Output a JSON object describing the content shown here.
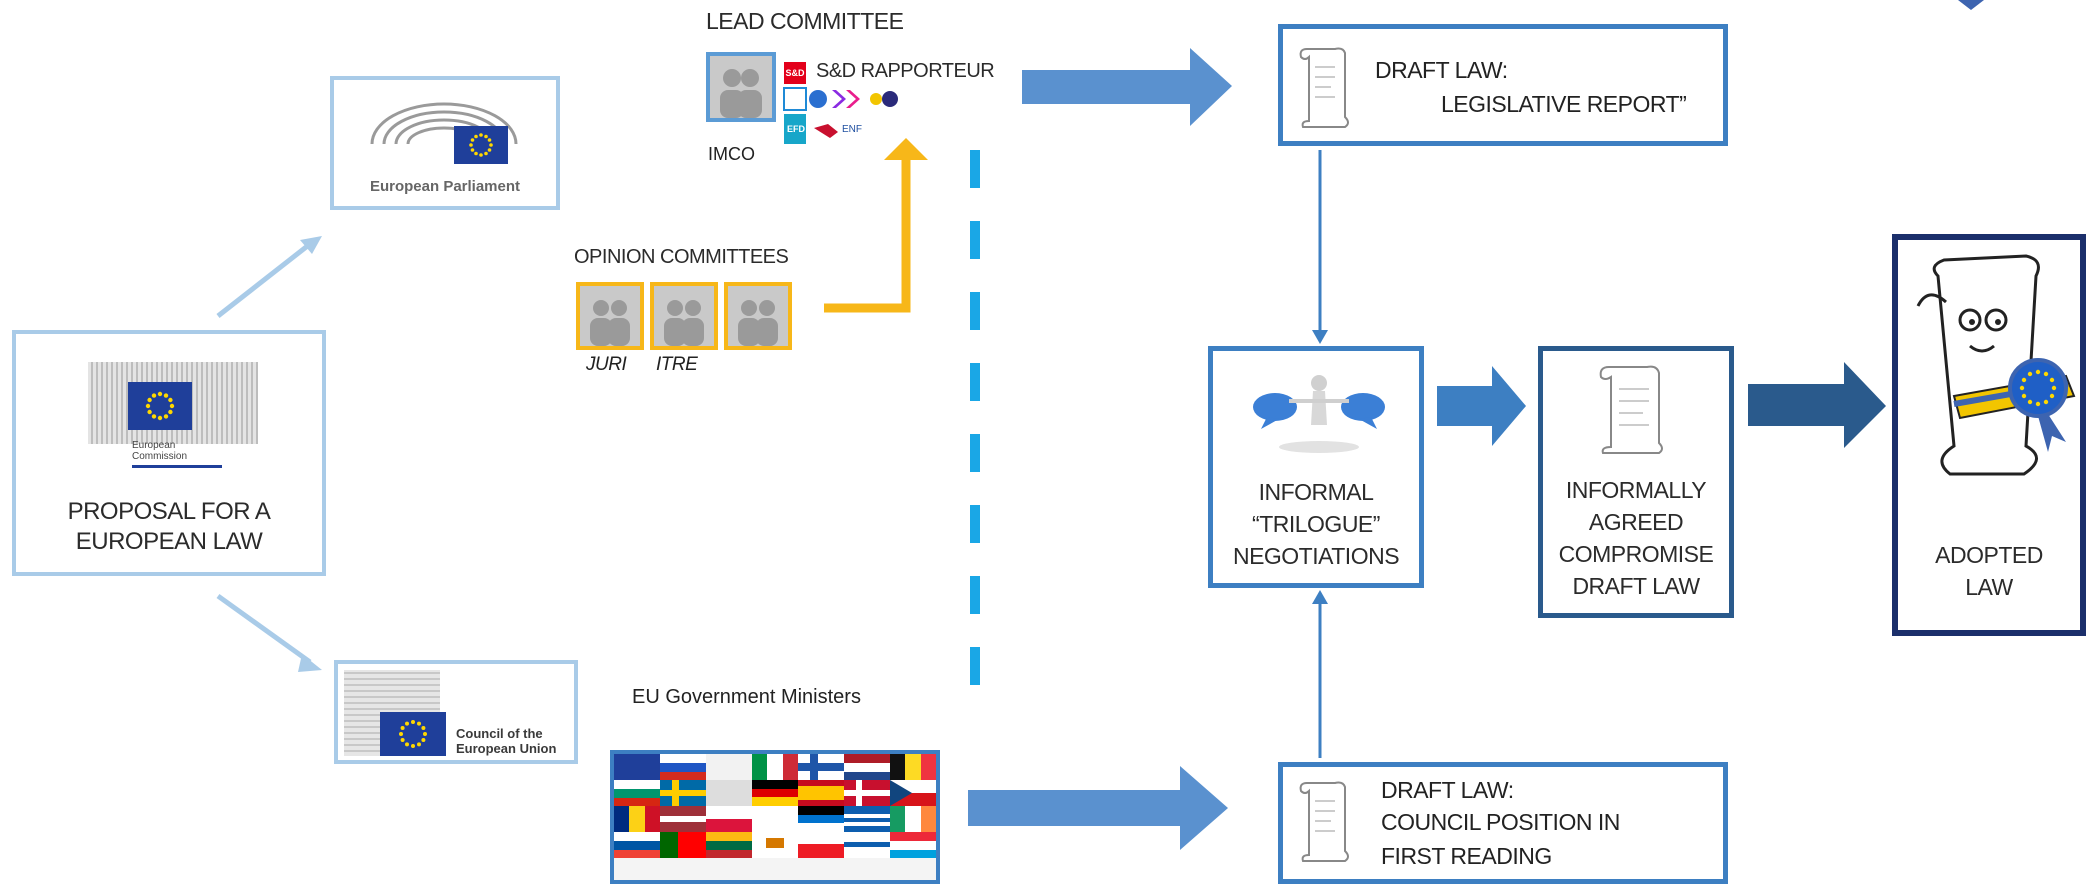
{
  "proposal": {
    "ec_label_line1": "European",
    "ec_label_line2": "Commission",
    "text_line1": "PROPOSAL FOR A",
    "text_line2": "EUROPEAN LAW"
  },
  "parliament": {
    "label": "European Parliament"
  },
  "council": {
    "label_line1": "Council of the",
    "label_line2": "European Union"
  },
  "lead_committee": {
    "title": "LEAD COMMITTEE",
    "rapporteur": "S&D RAPPORTEUR",
    "committee": "IMCO",
    "party_sd": "S&D",
    "party_efd": "EFD",
    "party_enf": "ENF"
  },
  "opinion_committees": {
    "title": "OPINION COMMITTEES",
    "committees": [
      "JURI",
      "ITRE"
    ]
  },
  "ministers": {
    "label": "EU Government Ministers"
  },
  "draft_report": {
    "line1": "DRAFT LAW:",
    "line2": "LEGISLATIVE REPORT”"
  },
  "draft_council": {
    "line1": "DRAFT LAW:",
    "line2": "COUNCIL POSITION IN",
    "line3": "FIRST READING"
  },
  "trilogue": {
    "line1": "INFORMAL",
    "line2": "“TRILOGUE”",
    "line3": "NEGOTIATIONS"
  },
  "compromise": {
    "line1": "INFORMALLY",
    "line2": "AGREED",
    "line3": "COMPROMISE",
    "line4": "DRAFT LAW"
  },
  "adopted": {
    "line1": "ADOPTED",
    "line2": "LAW"
  },
  "colors": {
    "light_blue": "#a9cbe8",
    "mid_blue": "#3d7fc2",
    "dark_blue": "#2a5a8c",
    "navy": "#1b2f6b",
    "yellow": "#f7b719",
    "cyan_dash": "#1aa7e6",
    "eu_blue": "#1f3f9a",
    "eu_star": "#ffd800"
  }
}
